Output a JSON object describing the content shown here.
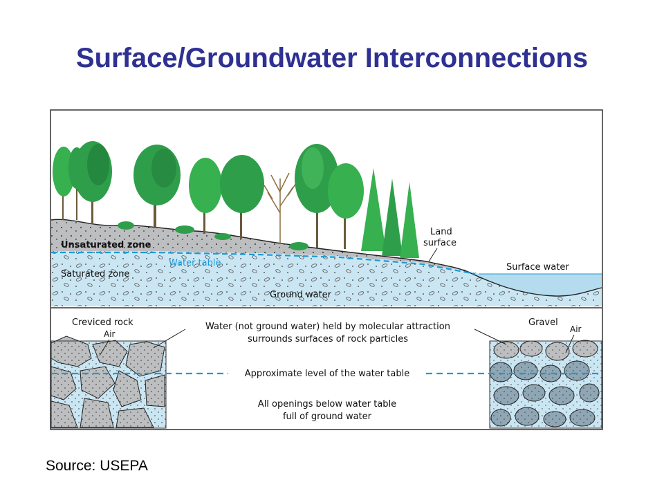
{
  "slide": {
    "title": "Surface/Groundwater Interconnections",
    "source": "Source: USEPA"
  },
  "diagram": {
    "labels": {
      "unsaturated_zone": "Unsaturated zone",
      "water_table": "Water table",
      "saturated_zone": "Saturated zone",
      "ground_water": "Ground water",
      "land_surface_1": "Land",
      "land_surface_2": "surface",
      "surface_water": "Surface water",
      "creviced_rock": "Creviced rock",
      "air_left": "Air",
      "gravel": "Gravel",
      "air_right": "Air",
      "molecular_1": "Water (not ground water) held by molecular attraction",
      "molecular_2": "surrounds surfaces of rock particles",
      "approx_level": "Approximate level of the water table",
      "openings_1": "All openings below water table",
      "openings_2": "full of ground water"
    },
    "colors": {
      "title": "#2e3192",
      "water": "#cbe6f3",
      "water_table_line": "#1c9ad6",
      "soil": "#bcbec0",
      "tree_green": "#2e9e4a",
      "tree_dark": "#1f7a38",
      "dead_tree": "#8b6d3f"
    }
  }
}
